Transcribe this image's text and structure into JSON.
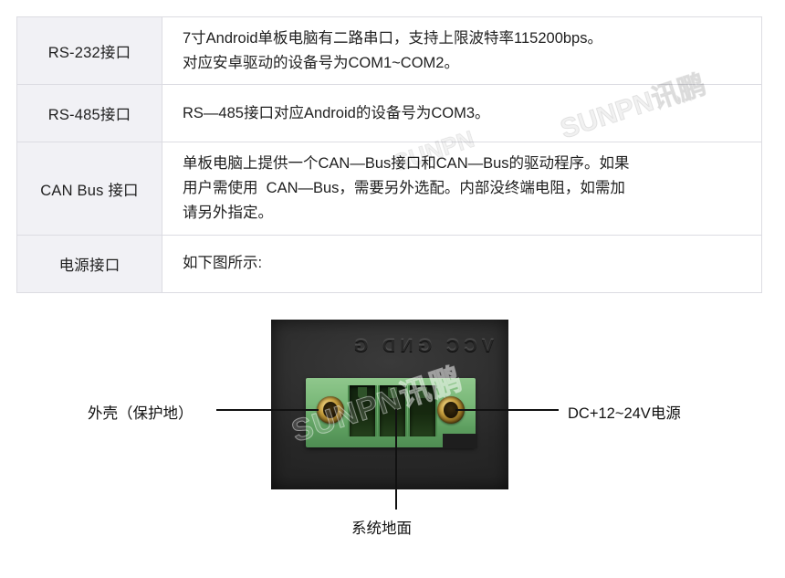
{
  "spec_table": {
    "rows": [
      {
        "label": "RS-232接口",
        "lines": [
          "7寸Android单板电脑有二路串口，支持上限波特率115200bps。",
          "对应安卓驱动的设备号为COM1~COM2。"
        ]
      },
      {
        "label": "RS-485接口",
        "lines": [
          "RS—485接口对应Android的设备号为COM3。"
        ]
      },
      {
        "label": "CAN Bus 接口",
        "lines": [
          "单板电脑上提供一个CAN—Bus接口和CAN—Bus的驱动程序。如果",
          "用户需使用  CAN—Bus，需要另外选配。内部没终端电阻，如需加",
          "请另外指定。"
        ]
      },
      {
        "label": "电源接口",
        "lines": [
          "如下图所示:"
        ]
      }
    ]
  },
  "diagram": {
    "callouts": {
      "left": "外壳（保护地）",
      "right": "DC+12~24V电源",
      "bottom": "系统地面"
    },
    "connector": {
      "molded_text": "VCC GND G",
      "terminal_count": 3,
      "screw_count": 2
    }
  },
  "watermarks": {
    "photo": "SUNPN讯鹏",
    "table_right": "SUNPN讯鹏",
    "table_mid": "SUNPN"
  },
  "colors": {
    "table_border": "#dcdce2",
    "label_cell_bg": "#f1f1f5",
    "text": "#1f1f1f",
    "page_bg": "#ffffff",
    "connector_housing": "#272727",
    "terminal_green": "#79b878",
    "screw_gold": "#c9a13f",
    "leader_line": "#111111"
  }
}
